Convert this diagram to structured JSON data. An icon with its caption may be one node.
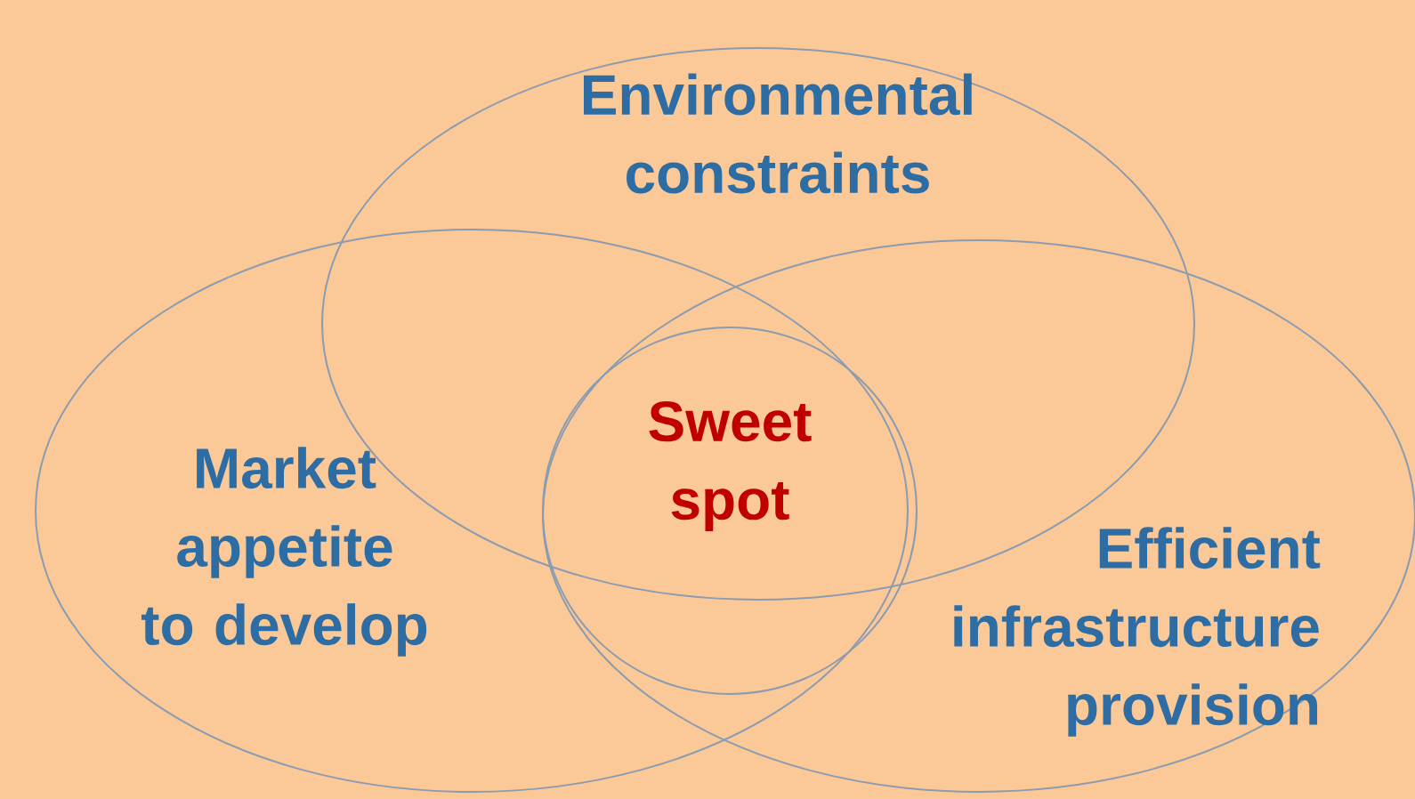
{
  "diagram": {
    "nodes": [
      {
        "text": [
          "Environmental constraints"
        ]
      },
      {
        "text": [
          "Market appetite to develop"
        ]
      },
      {
        "text": [
          "Efficient infrastructure provision"
        ]
      },
      {
        "text": [
          "Sweet spot"
        ]
      }
    ]
  }
}
